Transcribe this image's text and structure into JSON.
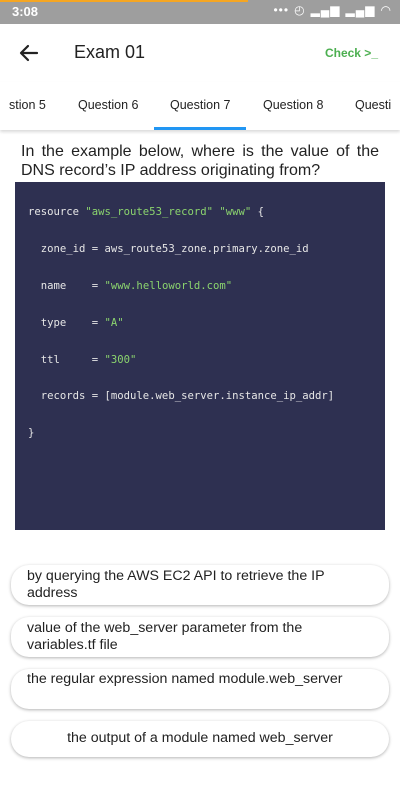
{
  "status_bar": {
    "time": "3:08",
    "icons": [
      "more-icon",
      "alarm-icon",
      "signal-icon",
      "signal-icon",
      "wifi-icon"
    ]
  },
  "app_bar": {
    "title": "Exam 01",
    "check_label": "Check >_"
  },
  "tabs": [
    {
      "label": "stion 5"
    },
    {
      "label": "Question 6"
    },
    {
      "label": "Question 7",
      "selected": true
    },
    {
      "label": "Question 8"
    },
    {
      "label": "Questi"
    }
  ],
  "question": {
    "text": "In the example below, where is the value of the DNS record’s IP address originating from?"
  },
  "code": {
    "lines": [
      [
        "resource ",
        "\"aws_route53_record\"",
        " ",
        "\"www\"",
        " {"
      ],
      [
        "  zone_id = aws_route53_zone.primary.zone_id"
      ],
      [
        "  name    = ",
        "\"www.helloworld.com\""
      ],
      [
        "  type    = ",
        "\"A\""
      ],
      [
        "  ttl     = ",
        "\"300\""
      ],
      [
        "  records = [module.web_server.instance_ip_addr]"
      ],
      [
        "}"
      ]
    ]
  },
  "answers": [
    {
      "text": "by querying the AWS EC2 API to retrieve the IP address"
    },
    {
      "text": "value of the web_server parameter from the variables.tf file"
    },
    {
      "text": "the regular expression named module.web_server"
    },
    {
      "text": "the output of a module named web_server"
    }
  ],
  "colors": {
    "accent": "#2196f3",
    "check": "#4caf50",
    "code_bg": "#2e3051",
    "code_string": "#8bd46e"
  }
}
